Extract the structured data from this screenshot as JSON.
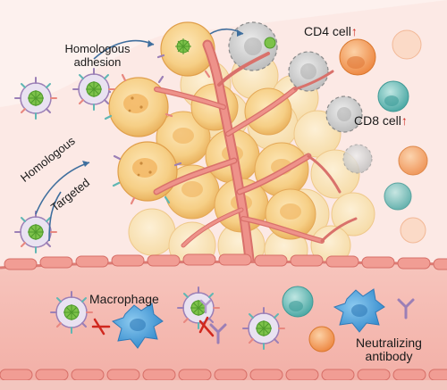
{
  "labels": {
    "homologous_adhesion_line1": "Homologous",
    "homologous_adhesion_line2": "adhesion",
    "homologous_rotated": "Homologous",
    "targeted_rotated": "Targeted",
    "cd4": "CD4 cell",
    "cd8": "CD8 cell",
    "up_arrow": "↑",
    "macrophage": "Macrophage",
    "neutralizing_line1": "Neutralizing",
    "neutralizing_line2": "antibody"
  },
  "colors": {
    "tissue_bg": "#fbe9e6",
    "tumor_cell": "#f6cf86",
    "tumor_cell_edge": "#e8a955",
    "blood_vessel": "#e8877f",
    "vessel_lumen": "#f4b6ac",
    "vessel_wall": "#dd7b74",
    "cd4_cell": "#f29a55",
    "cd8_cell": "#5fb7b4",
    "macrophage": "#4f9fd8",
    "dying_cell": "#c9c9c9",
    "nanoparticle_core": "#7dc24a",
    "inhibit_mark": "#d0281e",
    "antibody": "#9b7fb6"
  }
}
